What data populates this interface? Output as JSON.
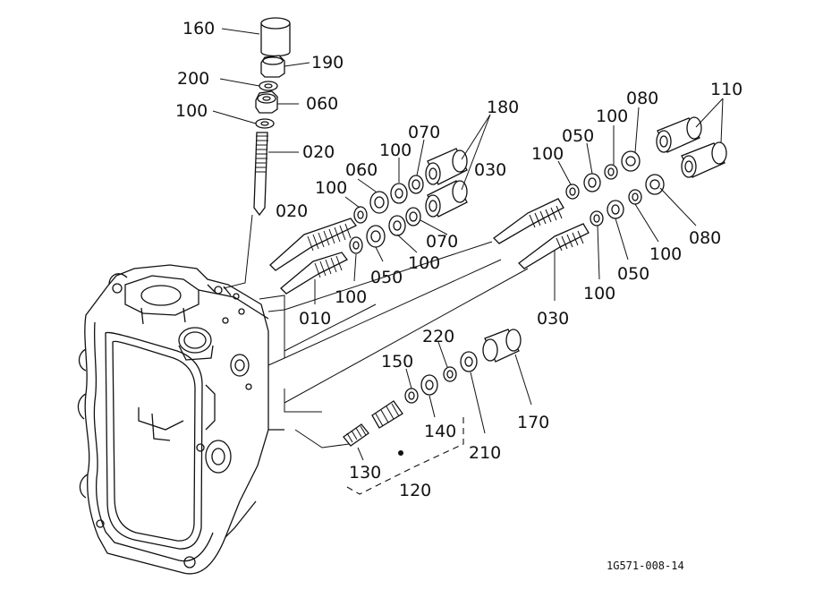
{
  "diagram": {
    "reference_code": "1G571-008-14",
    "labels": {
      "l160": "160",
      "l190": "190",
      "l200": "200",
      "l060_top": "060",
      "l100_top": "100",
      "l020_top": "020",
      "l180": "180",
      "l070_upper": "070",
      "l100_upper_a": "100",
      "l060_mid": "060",
      "l100_mid": "100",
      "l020_mid": "020",
      "l070_lower": "070",
      "l100_lower_a": "100",
      "l050_lower_left": "050",
      "l100_lower_left": "100",
      "l010": "010",
      "l080_top": "080",
      "l110": "110",
      "l100_right_top": "100",
      "l050_right_top": "050",
      "l100_right_mid": "100",
      "l030_upper": "030",
      "l080_right": "080",
      "l100_right_low": "100",
      "l050_right_low": "050",
      "l100_right_bottom": "100",
      "l030_lower": "030",
      "l220": "220",
      "l150": "150",
      "l170": "170",
      "l140": "140",
      "l210": "210",
      "l130": "130",
      "l120": "120"
    }
  }
}
